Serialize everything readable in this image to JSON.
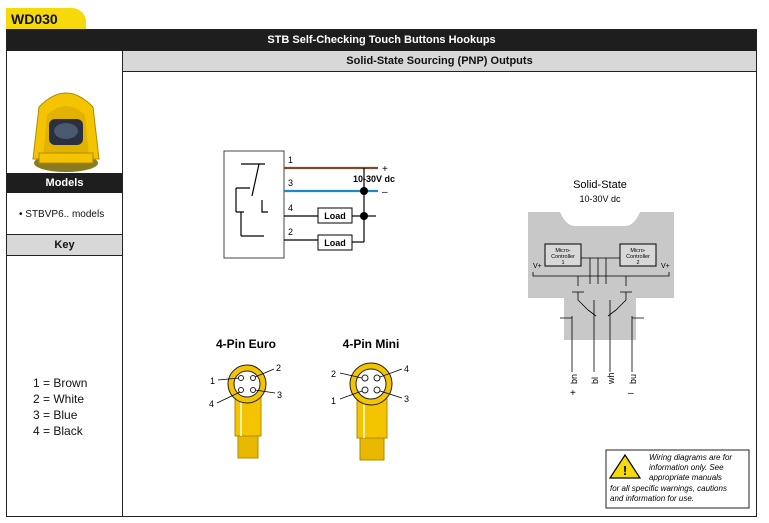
{
  "tab_label": "WD030",
  "title": "STB Self-Checking Touch Buttons Hookups",
  "subtitle": "Solid-State Sourcing (PNP) Outputs",
  "sidebar": {
    "models_header": "Models",
    "models_item": "• STBVP6.. models",
    "key_header": "Key",
    "key_items": [
      "1 = Brown",
      "2 = White",
      "3 = Blue",
      "4 = Black"
    ]
  },
  "wiring": {
    "wire_numbers": [
      "1",
      "3",
      "4",
      "2"
    ],
    "plus": "+",
    "minus": "–",
    "supply": "10-30V dc",
    "load1": "Load",
    "load2": "Load"
  },
  "solid_state": {
    "title": "Solid-State",
    "supply": "10-30V dc",
    "mc1_line1": "Micro-",
    "mc1_line2": "Controller",
    "mc1_line3": "1",
    "mc2_line1": "Micro-",
    "mc2_line2": "Controller",
    "mc2_line3": "2",
    "vplus_left": "V+",
    "vplus_right": "V+",
    "wires": [
      "bn",
      "bl",
      "wh",
      "bu"
    ],
    "bottom_signs": [
      "+",
      "–"
    ]
  },
  "connectors": {
    "euro_title": "4-Pin Euro",
    "mini_title": "4-Pin Mini",
    "euro_pins": [
      "1",
      "2",
      "3",
      "4"
    ],
    "mini_pins": [
      "2",
      "4",
      "1",
      "3"
    ]
  },
  "warning": {
    "line1": "Wiring diagrams are for",
    "line2": "information only. See",
    "line3": "appropriate manuals",
    "line4": "for all specific warnings, cautions",
    "line5": "and information for use."
  },
  "colors": {
    "brown": "#7a4a2a",
    "blue": "#1f86c8",
    "yellow": "#f5c400",
    "gray": "#c8c8c8"
  }
}
